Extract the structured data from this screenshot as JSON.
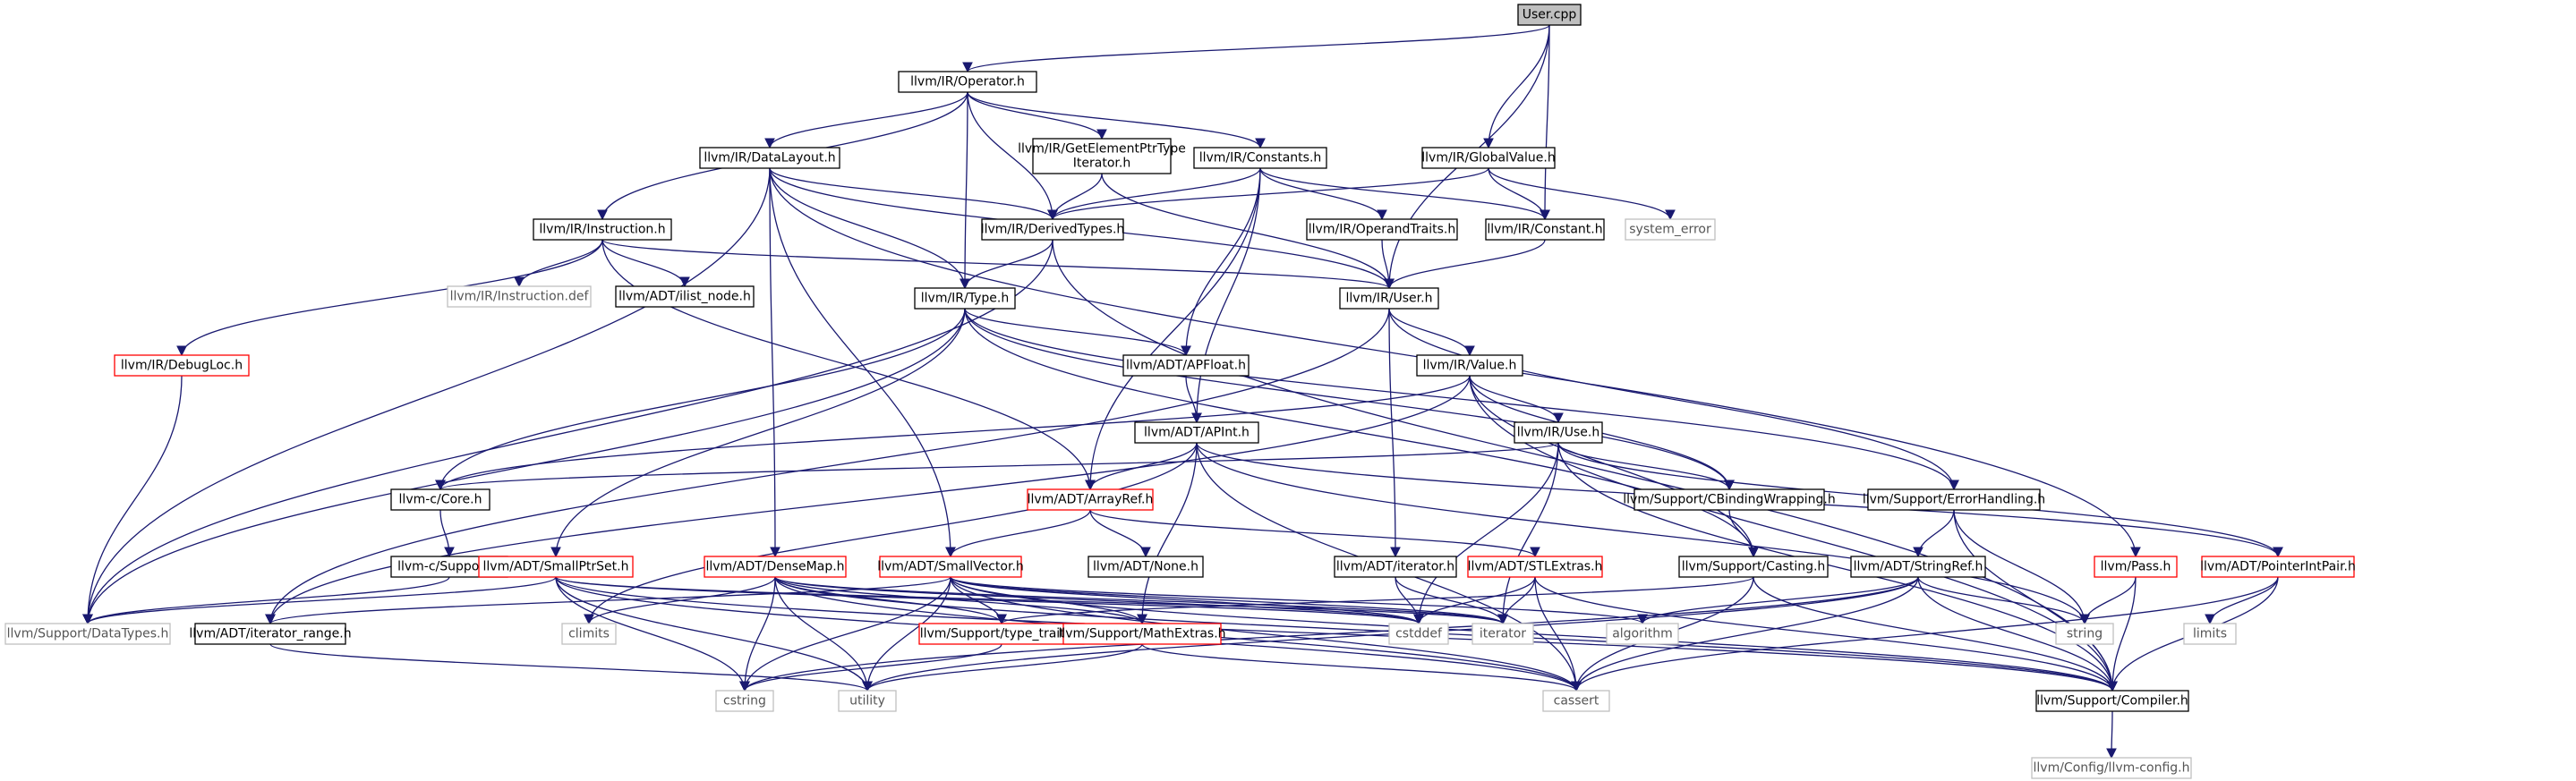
{
  "colors": {
    "edge": "#191970",
    "border_default": "#000000",
    "border_incomplete": "#ff0000",
    "border_external": "#bfbfbf",
    "root_fill": "#bfbfbf",
    "text": "#000000",
    "external_text": "#555555"
  },
  "nodes": [
    {
      "id": "n0",
      "label": [
        "User.cpp"
      ],
      "kind": "root"
    },
    {
      "id": "n1",
      "label": [
        "llvm/IR/Operator.h"
      ],
      "kind": "normal"
    },
    {
      "id": "n2",
      "label": [
        "llvm/IR/DataLayout.h"
      ],
      "kind": "normal"
    },
    {
      "id": "n3",
      "label": [
        "llvm/IR/GetElementPtrType",
        "Iterator.h"
      ],
      "kind": "normal"
    },
    {
      "id": "n4",
      "label": [
        "llvm/IR/Constants.h"
      ],
      "kind": "normal"
    },
    {
      "id": "n5",
      "label": [
        "llvm/IR/GlobalValue.h"
      ],
      "kind": "normal"
    },
    {
      "id": "n6",
      "label": [
        "llvm/IR/Instruction.h"
      ],
      "kind": "normal"
    },
    {
      "id": "n7",
      "label": [
        "llvm/IR/DerivedTypes.h"
      ],
      "kind": "normal"
    },
    {
      "id": "n8",
      "label": [
        "llvm/IR/OperandTraits.h"
      ],
      "kind": "normal"
    },
    {
      "id": "n9",
      "label": [
        "llvm/IR/Constant.h"
      ],
      "kind": "normal"
    },
    {
      "id": "n10",
      "label": [
        "system_error"
      ],
      "kind": "external"
    },
    {
      "id": "n11",
      "label": [
        "llvm/IR/Instruction.def"
      ],
      "kind": "external"
    },
    {
      "id": "n12",
      "label": [
        "llvm/ADT/ilist_node.h"
      ],
      "kind": "normal"
    },
    {
      "id": "n13",
      "label": [
        "llvm/IR/Type.h"
      ],
      "kind": "normal"
    },
    {
      "id": "n14",
      "label": [
        "llvm/IR/User.h"
      ],
      "kind": "normal"
    },
    {
      "id": "n15",
      "label": [
        "llvm/IR/DebugLoc.h"
      ],
      "kind": "incomplete"
    },
    {
      "id": "n16",
      "label": [
        "llvm/ADT/APFloat.h"
      ],
      "kind": "normal"
    },
    {
      "id": "n17",
      "label": [
        "llvm/IR/Value.h"
      ],
      "kind": "normal"
    },
    {
      "id": "n18",
      "label": [
        "llvm/ADT/APInt.h"
      ],
      "kind": "normal"
    },
    {
      "id": "n19",
      "label": [
        "llvm/IR/Use.h"
      ],
      "kind": "normal"
    },
    {
      "id": "n20",
      "label": [
        "llvm-c/Core.h"
      ],
      "kind": "normal"
    },
    {
      "id": "n21",
      "label": [
        "llvm/ADT/ArrayRef.h"
      ],
      "kind": "incomplete"
    },
    {
      "id": "n22",
      "label": [
        "llvm/Support/CBindingWrapping.h"
      ],
      "kind": "normal"
    },
    {
      "id": "n23",
      "label": [
        "llvm/Support/ErrorHandling.h"
      ],
      "kind": "normal"
    },
    {
      "id": "n24",
      "label": [
        "llvm-c/Support.h"
      ],
      "kind": "normal"
    },
    {
      "id": "n25",
      "label": [
        "llvm/ADT/SmallPtrSet.h"
      ],
      "kind": "incomplete"
    },
    {
      "id": "n26",
      "label": [
        "llvm/ADT/DenseMap.h"
      ],
      "kind": "incomplete"
    },
    {
      "id": "n27",
      "label": [
        "llvm/ADT/SmallVector.h"
      ],
      "kind": "incomplete"
    },
    {
      "id": "n28",
      "label": [
        "llvm/ADT/None.h"
      ],
      "kind": "normal"
    },
    {
      "id": "n29",
      "label": [
        "llvm/ADT/iterator.h"
      ],
      "kind": "normal"
    },
    {
      "id": "n30",
      "label": [
        "llvm/ADT/STLExtras.h"
      ],
      "kind": "incomplete"
    },
    {
      "id": "n31",
      "label": [
        "llvm/Support/Casting.h"
      ],
      "kind": "normal"
    },
    {
      "id": "n32",
      "label": [
        "llvm/ADT/StringRef.h"
      ],
      "kind": "normal"
    },
    {
      "id": "n33",
      "label": [
        "llvm/Pass.h"
      ],
      "kind": "incomplete"
    },
    {
      "id": "n34",
      "label": [
        "llvm/ADT/PointerIntPair.h"
      ],
      "kind": "incomplete"
    },
    {
      "id": "n35",
      "label": [
        "llvm/Support/DataTypes.h"
      ],
      "kind": "external"
    },
    {
      "id": "n36",
      "label": [
        "llvm/ADT/iterator_range.h"
      ],
      "kind": "normal"
    },
    {
      "id": "n37",
      "label": [
        "climits"
      ],
      "kind": "external"
    },
    {
      "id": "n38",
      "label": [
        "llvm/Support/type_traits.h"
      ],
      "kind": "incomplete"
    },
    {
      "id": "n39",
      "label": [
        "llvm/Support/MathExtras.h"
      ],
      "kind": "incomplete"
    },
    {
      "id": "n40",
      "label": [
        "cstddef"
      ],
      "kind": "external"
    },
    {
      "id": "n41",
      "label": [
        "iterator"
      ],
      "kind": "external"
    },
    {
      "id": "n42",
      "label": [
        "algorithm"
      ],
      "kind": "external"
    },
    {
      "id": "n43",
      "label": [
        "string"
      ],
      "kind": "external"
    },
    {
      "id": "n44",
      "label": [
        "limits"
      ],
      "kind": "external"
    },
    {
      "id": "n45",
      "label": [
        "cstring"
      ],
      "kind": "external"
    },
    {
      "id": "n46",
      "label": [
        "utility"
      ],
      "kind": "external"
    },
    {
      "id": "n47",
      "label": [
        "cassert"
      ],
      "kind": "external"
    },
    {
      "id": "n48",
      "label": [
        "llvm/Support/Compiler.h"
      ],
      "kind": "normal"
    },
    {
      "id": "n49",
      "label": [
        "llvm/Config/llvm-config.h"
      ],
      "kind": "external"
    }
  ],
  "edges": [
    [
      "n0",
      "n1"
    ],
    [
      "n0",
      "n5"
    ],
    [
      "n0",
      "n9"
    ],
    [
      "n0",
      "n14"
    ],
    [
      "n1",
      "n2"
    ],
    [
      "n1",
      "n3"
    ],
    [
      "n1",
      "n4"
    ],
    [
      "n1",
      "n6"
    ],
    [
      "n1",
      "n7"
    ],
    [
      "n1",
      "n13"
    ],
    [
      "n2",
      "n7"
    ],
    [
      "n2",
      "n13"
    ],
    [
      "n2",
      "n14"
    ],
    [
      "n2",
      "n26"
    ],
    [
      "n2",
      "n27"
    ],
    [
      "n2",
      "n35"
    ],
    [
      "n2",
      "n33"
    ],
    [
      "n3",
      "n7"
    ],
    [
      "n3",
      "n14"
    ],
    [
      "n4",
      "n7"
    ],
    [
      "n4",
      "n9"
    ],
    [
      "n4",
      "n8"
    ],
    [
      "n4",
      "n16"
    ],
    [
      "n4",
      "n18"
    ],
    [
      "n4",
      "n21"
    ],
    [
      "n5",
      "n7"
    ],
    [
      "n5",
      "n9"
    ],
    [
      "n5",
      "n10"
    ],
    [
      "n6",
      "n11"
    ],
    [
      "n6",
      "n12"
    ],
    [
      "n6",
      "n14"
    ],
    [
      "n6",
      "n15"
    ],
    [
      "n6",
      "n21"
    ],
    [
      "n7",
      "n13"
    ],
    [
      "n7",
      "n35"
    ],
    [
      "n7",
      "n48"
    ],
    [
      "n8",
      "n14"
    ],
    [
      "n9",
      "n14"
    ],
    [
      "n13",
      "n16"
    ],
    [
      "n13",
      "n22"
    ],
    [
      "n13",
      "n23"
    ],
    [
      "n13",
      "n31"
    ],
    [
      "n13",
      "n20"
    ],
    [
      "n13",
      "n25"
    ],
    [
      "n13",
      "n35"
    ],
    [
      "n14",
      "n17"
    ],
    [
      "n14",
      "n29"
    ],
    [
      "n14",
      "n23"
    ],
    [
      "n14",
      "n36"
    ],
    [
      "n15",
      "n35"
    ],
    [
      "n16",
      "n18"
    ],
    [
      "n17",
      "n19"
    ],
    [
      "n17",
      "n22"
    ],
    [
      "n17",
      "n31"
    ],
    [
      "n17",
      "n20"
    ],
    [
      "n17",
      "n48"
    ],
    [
      "n17",
      "n36"
    ],
    [
      "n18",
      "n21"
    ],
    [
      "n18",
      "n39"
    ],
    [
      "n18",
      "n37"
    ],
    [
      "n18",
      "n43"
    ],
    [
      "n18",
      "n47"
    ],
    [
      "n18",
      "n34"
    ],
    [
      "n19",
      "n20"
    ],
    [
      "n19",
      "n22"
    ],
    [
      "n19",
      "n34"
    ],
    [
      "n19",
      "n40"
    ],
    [
      "n19",
      "n41"
    ],
    [
      "n19",
      "n48"
    ],
    [
      "n20",
      "n24"
    ],
    [
      "n24",
      "n35"
    ],
    [
      "n21",
      "n27"
    ],
    [
      "n21",
      "n28"
    ],
    [
      "n21",
      "n30"
    ],
    [
      "n22",
      "n31"
    ],
    [
      "n23",
      "n32"
    ],
    [
      "n23",
      "n43"
    ],
    [
      "n23",
      "n48"
    ],
    [
      "n25",
      "n35"
    ],
    [
      "n25",
      "n40"
    ],
    [
      "n25",
      "n41"
    ],
    [
      "n25",
      "n45"
    ],
    [
      "n25",
      "n46"
    ],
    [
      "n25",
      "n47"
    ],
    [
      "n25",
      "n48"
    ],
    [
      "n26",
      "n37"
    ],
    [
      "n26",
      "n38"
    ],
    [
      "n26",
      "n39"
    ],
    [
      "n26",
      "n40"
    ],
    [
      "n26",
      "n41"
    ],
    [
      "n26",
      "n45"
    ],
    [
      "n26",
      "n46"
    ],
    [
      "n26",
      "n47"
    ],
    [
      "n26",
      "n48"
    ],
    [
      "n27",
      "n38"
    ],
    [
      "n27",
      "n39"
    ],
    [
      "n27",
      "n40"
    ],
    [
      "n27",
      "n41"
    ],
    [
      "n27",
      "n42"
    ],
    [
      "n27",
      "n45"
    ],
    [
      "n27",
      "n46"
    ],
    [
      "n27",
      "n47"
    ],
    [
      "n27",
      "n48"
    ],
    [
      "n27",
      "n36"
    ],
    [
      "n29",
      "n40"
    ],
    [
      "n29",
      "n41"
    ],
    [
      "n30",
      "n40"
    ],
    [
      "n30",
      "n41"
    ],
    [
      "n30",
      "n47"
    ],
    [
      "n30",
      "n48"
    ],
    [
      "n31",
      "n38"
    ],
    [
      "n31",
      "n47"
    ],
    [
      "n31",
      "n48"
    ],
    [
      "n32",
      "n42"
    ],
    [
      "n32",
      "n43"
    ],
    [
      "n32",
      "n45"
    ],
    [
      "n32",
      "n46"
    ],
    [
      "n32",
      "n47"
    ],
    [
      "n32",
      "n48"
    ],
    [
      "n33",
      "n43"
    ],
    [
      "n33",
      "n48"
    ],
    [
      "n34",
      "n44"
    ],
    [
      "n34",
      "n47"
    ],
    [
      "n34",
      "n48"
    ],
    [
      "n36",
      "n46"
    ],
    [
      "n38",
      "n45"
    ],
    [
      "n39",
      "n46"
    ],
    [
      "n39",
      "n47"
    ],
    [
      "n48",
      "n49"
    ]
  ]
}
